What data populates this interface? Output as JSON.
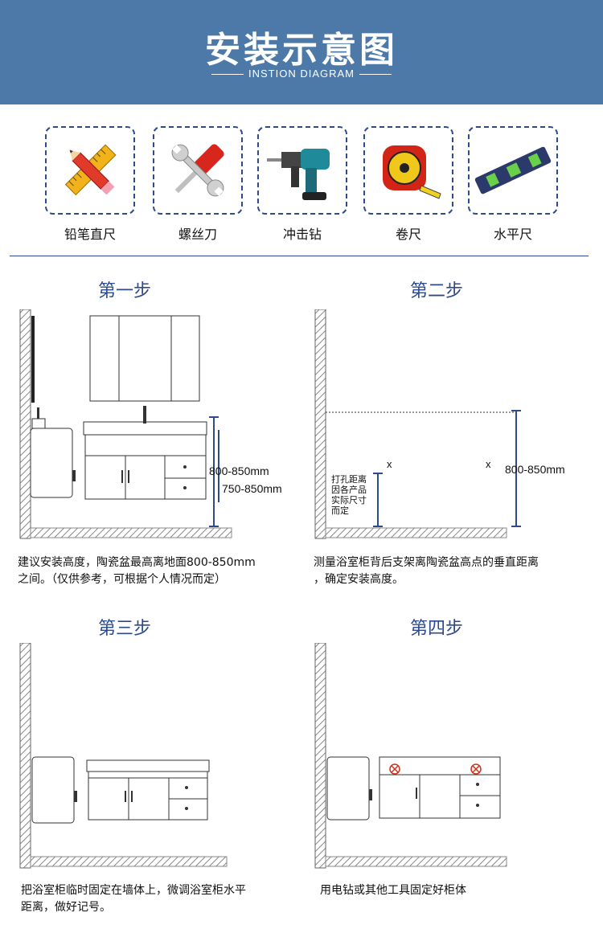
{
  "header": {
    "title": "安装示意图",
    "subtitle": "INSTION DIAGRAM"
  },
  "tools": [
    {
      "label": "铅笔直尺",
      "icon": "pencil-ruler-icon"
    },
    {
      "label": "螺丝刀",
      "icon": "screwdriver-wrench-icon"
    },
    {
      "label": "冲击钻",
      "icon": "impact-drill-icon"
    },
    {
      "label": "卷尺",
      "icon": "tape-measure-icon"
    },
    {
      "label": "水平尺",
      "icon": "spirit-level-icon"
    }
  ],
  "steps": [
    {
      "title": "第一步",
      "dims": [
        "800-850mm",
        "750-850mm"
      ],
      "caption": [
        "建议安装高度，陶瓷盆最高离地面800-850mm",
        "之间。（仅供参考，可根据个人情况而定）"
      ]
    },
    {
      "title": "第二步",
      "dims": [
        "800-850mm"
      ],
      "mark": "x",
      "note": [
        "打孔距离",
        "因各产品",
        "实际尺寸",
        "而定"
      ],
      "caption": [
        "测量浴室柜背后支架离陶瓷盆高点的垂直距离",
        "，确定安装高度。"
      ]
    },
    {
      "title": "第三步",
      "caption": [
        "把浴室柜临时固定在墙体上，微调浴室柜水平",
        "距离，做好记号。"
      ]
    },
    {
      "title": "第四步",
      "caption": [
        "用电钻或其他工具固定好柜体"
      ]
    }
  ],
  "colors": {
    "banner": "#4c79a8",
    "accent": "#2d4a8a"
  }
}
